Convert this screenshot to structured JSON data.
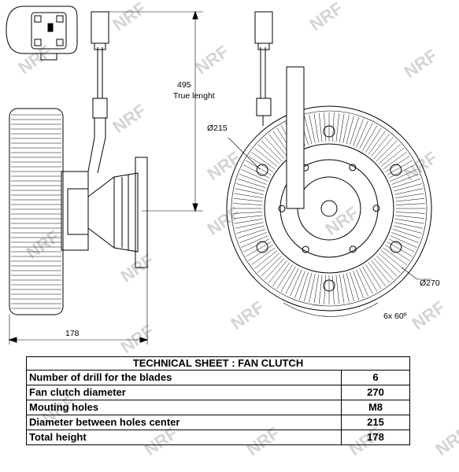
{
  "drawing": {
    "watermark_text": "NRF",
    "dimensions": {
      "total_length_value": "495",
      "total_length_label": "True lenght",
      "bolt_circle": "Ø215",
      "outer_diameter": "Ø270",
      "hole_pattern": "6x 60º",
      "width": "178"
    }
  },
  "table": {
    "title": "TECHNICAL SHEET : FAN CLUTCH",
    "rows": [
      {
        "label": "Number of drill for the blades",
        "value": "6"
      },
      {
        "label": "Fan clutch diameter",
        "value": "270"
      },
      {
        "label": "Mouting holes",
        "value": "M8"
      },
      {
        "label": "Diameter between holes center",
        "value": "215"
      },
      {
        "label": "Total height",
        "value": "178"
      }
    ]
  }
}
